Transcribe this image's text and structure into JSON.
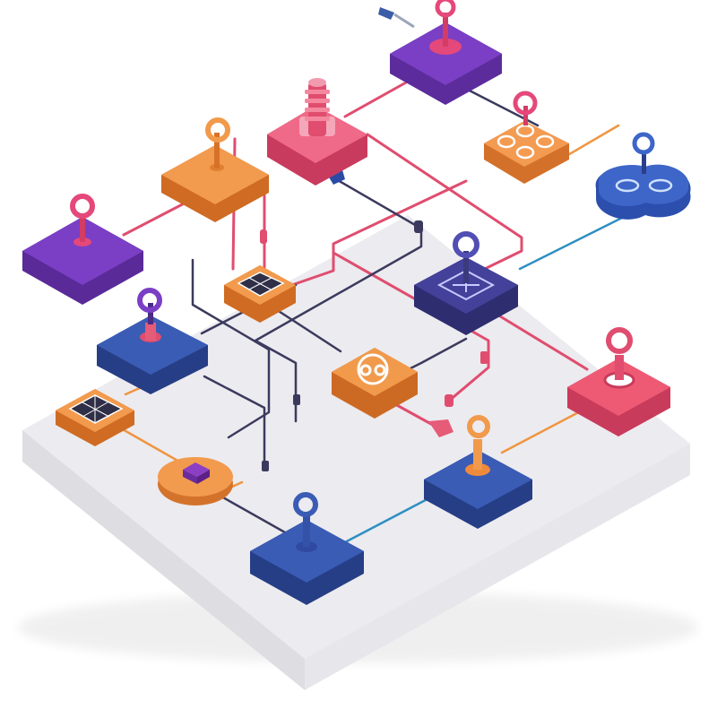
{
  "palette": {
    "background": "#ffffff",
    "board_top": "#ecebef",
    "board_left": "#dedde2",
    "board_right": "#e7e6ea",
    "purple": "#7a3fc4",
    "blue": "#3b4fa3",
    "indigo": "#3e3c8e",
    "orange": "#ee8b3e",
    "pink": "#e55b78",
    "wire_pink": "#e04d6f",
    "wire_navy": "#3b3a5e",
    "wire_orange": "#ef9540",
    "wire_cyan": "#2f8fc3"
  },
  "nodes": [
    {
      "id": "purple-pin-top",
      "color": "purple",
      "icon": "pin-icon"
    },
    {
      "id": "pink-coil-node",
      "color": "pink",
      "icon": "coil-icon"
    },
    {
      "id": "orange-dots-node",
      "color": "orange",
      "icon": "three-dots-icon"
    },
    {
      "id": "navy-blob-node",
      "color": "blue",
      "icon": "pin-icon"
    },
    {
      "id": "orange-pin-node",
      "color": "orange",
      "icon": "pin-icon"
    },
    {
      "id": "purple-pin-left",
      "color": "purple",
      "icon": "pin-icon"
    },
    {
      "id": "orange-chip-node",
      "color": "orange",
      "icon": "solar-grid-icon"
    },
    {
      "id": "indigo-gear-node",
      "color": "indigo",
      "icon": "pin-icon"
    },
    {
      "id": "blue-pin-node",
      "color": "blue",
      "icon": "pin-icon"
    },
    {
      "id": "orange-solar-node",
      "color": "orange",
      "icon": "solar-grid-icon"
    },
    {
      "id": "orange-center-node",
      "color": "orange",
      "icon": "infinity-icon"
    },
    {
      "id": "pink-pin-node",
      "color": "pink",
      "icon": "pin-icon"
    },
    {
      "id": "orange-battery-node",
      "color": "orange",
      "icon": "battery-icon"
    },
    {
      "id": "blue-orange-pin-node",
      "color": "blue",
      "icon": "pin-icon"
    },
    {
      "id": "blue-bottom-node",
      "color": "blue",
      "icon": "pin-icon"
    }
  ]
}
